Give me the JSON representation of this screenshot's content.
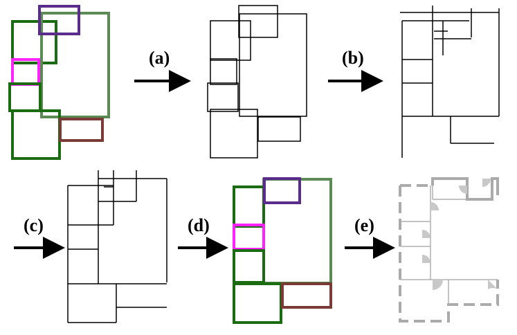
{
  "steps": [
    {
      "label": "(a)"
    },
    {
      "label": "(b)"
    },
    {
      "label": "(c)"
    },
    {
      "label": "(d)"
    },
    {
      "label": "(e)"
    }
  ],
  "colors": {
    "dark_green": "#1a6b12",
    "light_green": "#5b8a55",
    "purple": "#5a2d8c",
    "magenta": "#ff22ff",
    "brown": "#7a3a35",
    "line": "#000000",
    "wall_gray": "#aaaaaa",
    "door_gray": "#c8c8c8"
  }
}
